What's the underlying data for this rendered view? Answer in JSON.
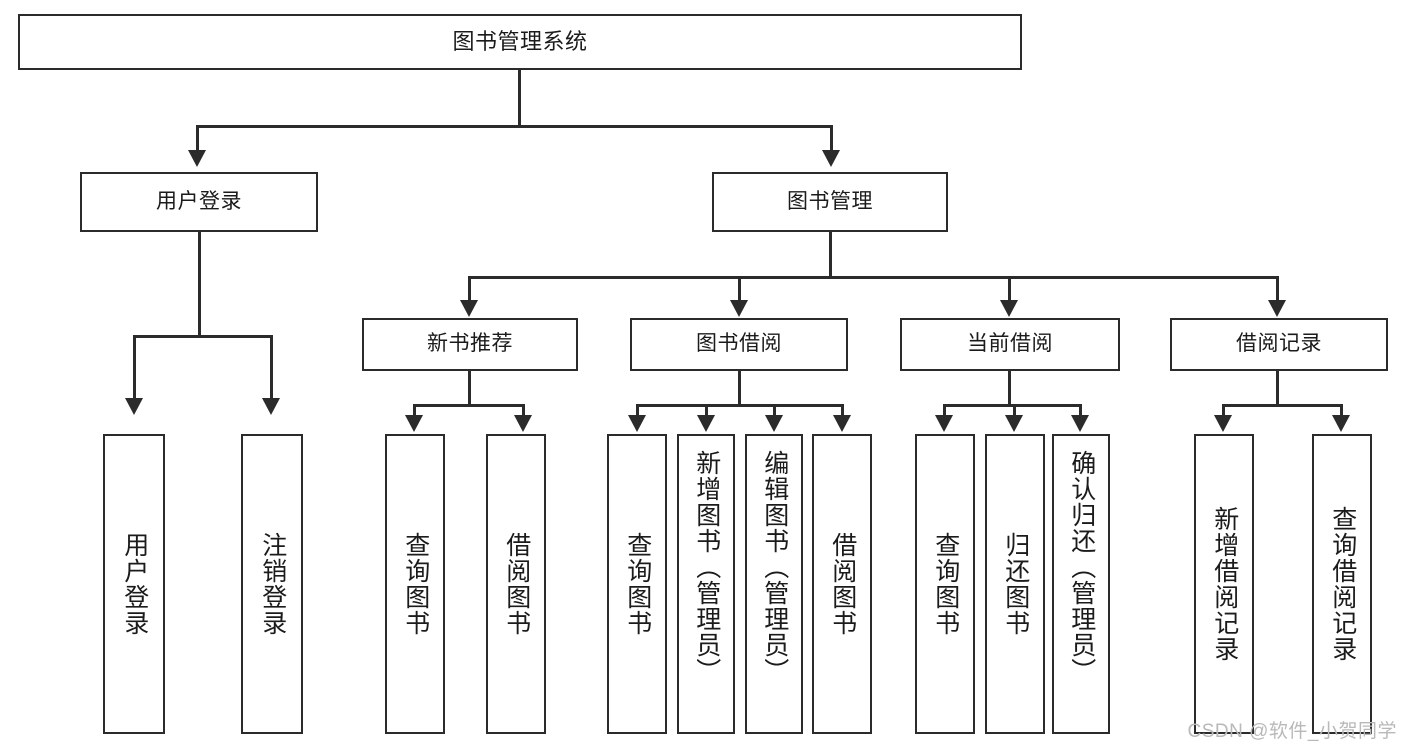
{
  "diagram": {
    "title": "图书管理系统",
    "watermark": "CSDN @软件_小贺同学",
    "levels": {
      "root": "图书管理系统",
      "level2": [
        "用户登录",
        "图书管理"
      ],
      "level3": [
        "新书推荐",
        "图书借阅",
        "当前借阅",
        "借阅记录"
      ]
    },
    "nodes": {
      "root": "图书管理系统",
      "user_login": "用户登录",
      "book_manage": "图书管理",
      "new_book_rec": "新书推荐",
      "book_borrow": "图书借阅",
      "current_borrow": "当前借阅",
      "borrow_record": "借阅记录",
      "leaf_user_login": "用户登录",
      "leaf_logout": "注销登录",
      "leaf_query_book_1": "查询图书",
      "leaf_borrow_book_1": "借阅图书",
      "leaf_query_book_2": "查询图书",
      "leaf_add_book": "新增图书（管理员）",
      "leaf_edit_book": "编辑图书（管理员）",
      "leaf_borrow_book_2": "借阅图书",
      "leaf_query_book_3": "查询图书",
      "leaf_return_book": "归还图书",
      "leaf_confirm_return": "确认归还（管理员）",
      "leaf_add_record": "新增借阅记录",
      "leaf_query_record": "查询借阅记录"
    },
    "colors": {
      "stroke": "#2b2b2b",
      "fill": "#ffffff",
      "text": "#1b1b1b",
      "watermark": "#b9b9b9"
    },
    "chart_data": {
      "type": "tree",
      "title": "图书管理系统",
      "edges": [
        [
          "图书管理系统",
          "用户登录"
        ],
        [
          "图书管理系统",
          "图书管理"
        ],
        [
          "用户登录",
          "用户登录"
        ],
        [
          "用户登录",
          "注销登录"
        ],
        [
          "图书管理",
          "新书推荐"
        ],
        [
          "图书管理",
          "图书借阅"
        ],
        [
          "图书管理",
          "当前借阅"
        ],
        [
          "图书管理",
          "借阅记录"
        ],
        [
          "新书推荐",
          "查询图书"
        ],
        [
          "新书推荐",
          "借阅图书"
        ],
        [
          "图书借阅",
          "查询图书"
        ],
        [
          "图书借阅",
          "新增图书（管理员）"
        ],
        [
          "图书借阅",
          "编辑图书（管理员）"
        ],
        [
          "图书借阅",
          "借阅图书"
        ],
        [
          "当前借阅",
          "查询图书"
        ],
        [
          "当前借阅",
          "归还图书"
        ],
        [
          "当前借阅",
          "确认归还（管理员）"
        ],
        [
          "借阅记录",
          "新增借阅记录"
        ],
        [
          "借阅记录",
          "查询借阅记录"
        ]
      ]
    }
  }
}
